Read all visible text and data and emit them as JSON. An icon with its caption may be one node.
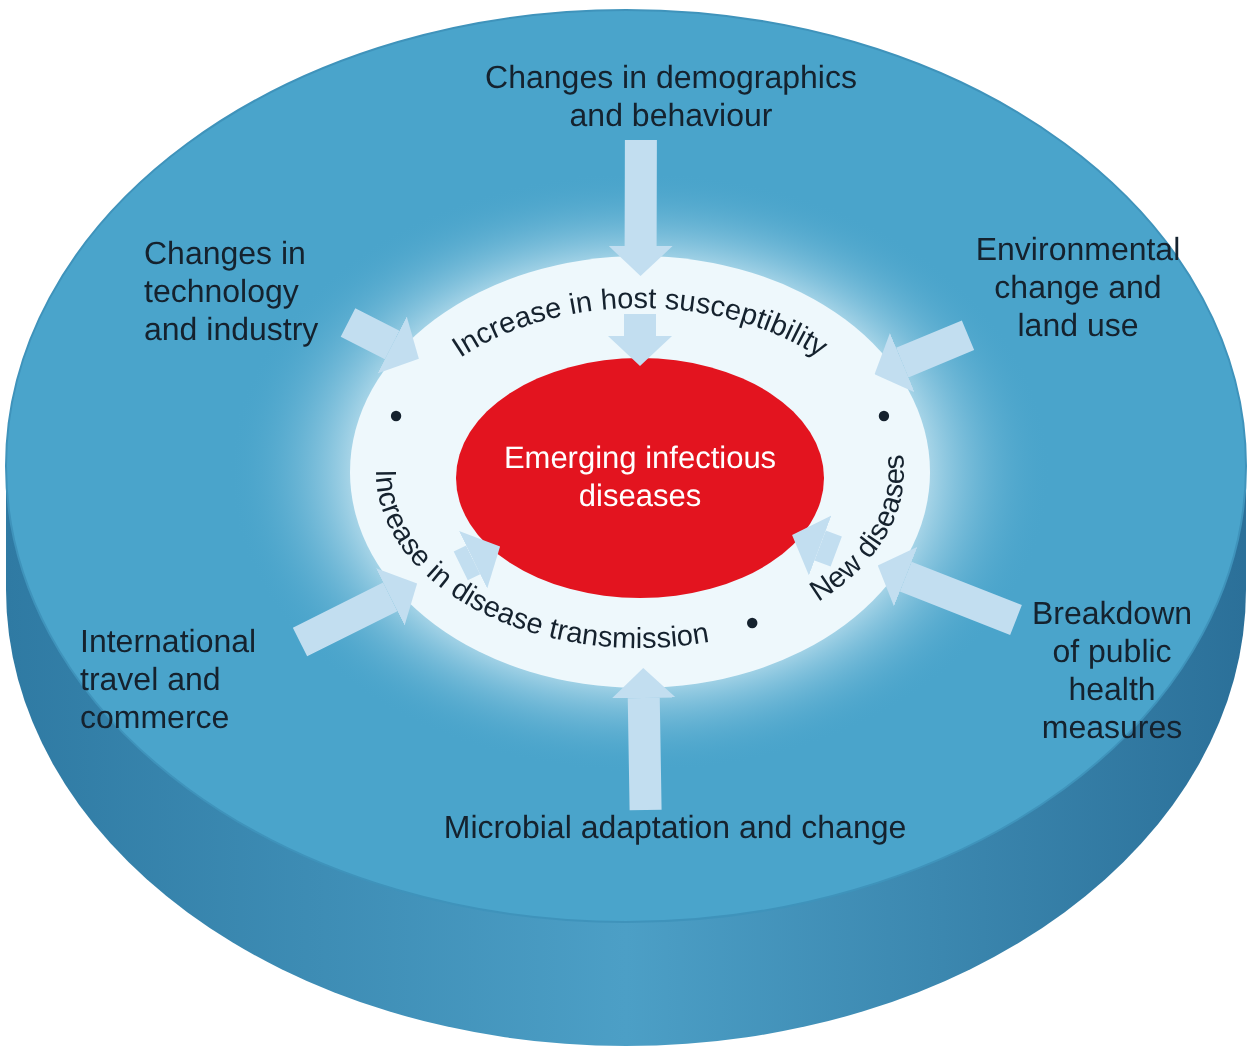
{
  "diagram": {
    "nodes": [
      {
        "text": [],
        "shape": "cylinder"
      },
      {
        "text": [
          "Changes in demographics and behaviour"
        ],
        "in": 0
      },
      {
        "text": [
          "Changes in technology and industry"
        ],
        "in": 0
      },
      {
        "text": [
          "Environmental change and land use"
        ],
        "in": 0
      },
      {
        "text": [
          "International travel and commerce"
        ],
        "in": 0
      },
      {
        "text": [
          "Breakdown of public health measures"
        ],
        "in": 0
      },
      {
        "text": [
          "Microbial adaptation and change"
        ],
        "in": 0
      },
      {
        "text": [],
        "shape": "circle",
        "in": 0
      },
      {
        "text": [
          "Increase in host susceptibility"
        ],
        "in": 7
      },
      {
        "text": [
          "Emerging infectious diseases"
        ],
        "in": 7
      },
      {
        "text": [
          "Increase in disease transmission"
        ],
        "in": 7
      },
      {
        "text": [
          "New diseases"
        ],
        "in": 7
      }
    ],
    "edges": [
      {
        "from": 1,
        "to": 7,
        "arrow": "to"
      },
      {
        "from": 2,
        "to": 7,
        "arrow": "to"
      },
      {
        "from": 3,
        "to": 7,
        "arrow": "to"
      },
      {
        "from": 4,
        "to": 7,
        "arrow": "to"
      },
      {
        "from": 5,
        "to": 7,
        "arrow": "to"
      },
      {
        "from": 6,
        "to": 7,
        "arrow": "to"
      },
      {
        "from": 8,
        "to": 9,
        "arrow": "to"
      },
      {
        "from": 10,
        "to": 9,
        "arrow": "to"
      },
      {
        "from": 11,
        "to": 9,
        "arrow": "to"
      }
    ]
  }
}
